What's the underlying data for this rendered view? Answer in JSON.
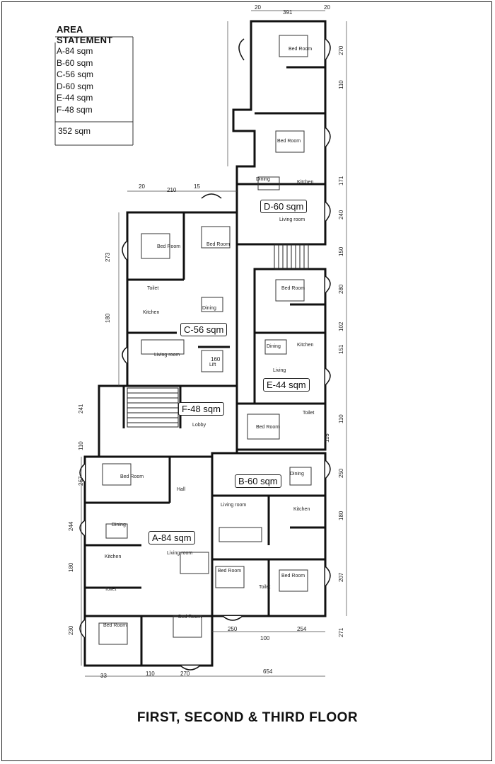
{
  "area_statement": {
    "title": "AREA STATEMENT",
    "items": [
      "A-84 sqm",
      "B-60 sqm",
      "C-56 sqm",
      "D-60 sqm",
      "E-44 sqm",
      "F-48 sqm"
    ],
    "total": "352 sqm"
  },
  "units": {
    "a": "A-84 sqm",
    "b": "B-60 sqm",
    "c": "C-56 sqm",
    "d": "D-60 sqm",
    "e": "E-44 sqm",
    "f": "F-48 sqm"
  },
  "rooms": {
    "d_bed_top": "Bed Room",
    "d_bed_2": "Bed Room",
    "d_dining": "Dining",
    "d_kitchen": "Kitchen",
    "d_living": "Living room",
    "c_bed_1": "Bed Room",
    "c_bed_2": "Bed Room",
    "c_kitchen": "Kitchen",
    "c_dining": "Dining",
    "c_living": "Living room",
    "c_toilet": "Toilet",
    "c_lift": "Lift",
    "e_bed": "Bed Room",
    "e_dining": "Dining",
    "e_kitchen": "Kitchen",
    "e_living": "Living",
    "e_bed_2": "Bed Room",
    "e_toilet": "Toilet",
    "f_lobby": "Lobby",
    "a_bed_1": "Bed Room",
    "a_hall": "Hall",
    "a_dining": "Dining",
    "a_kitchen": "Kitchen",
    "a_living": "Living room",
    "a_toilet": "Toilet",
    "a_bed_2": "Bed Room",
    "a_bed_3": "Bed Room",
    "b_dining": "Dining",
    "b_living": "Living room",
    "b_kitchen": "Kitchen",
    "b_bed_1": "Bed Room",
    "b_bed_2": "Bed Room",
    "b_toilet": "Toilet"
  },
  "dimensions": {
    "top_20a": "20",
    "top_391": "391",
    "top_20b": "20",
    "left_210": "210",
    "left_15": "15",
    "left_20": "20",
    "bottom_33": "33",
    "bottom_110": "110",
    "bottom_270": "270",
    "bottom_654": "654",
    "bottom_250": "250",
    "bottom_100": "100",
    "bottom_254": "254",
    "r_270": "270",
    "r_110": "110",
    "r_171": "171",
    "r_240": "240",
    "r_150": "150",
    "r_280": "280",
    "r_102": "102",
    "r_151": "151",
    "r_110b": "110",
    "r_115": "115",
    "r_250": "250",
    "r_180": "180",
    "r_207": "207",
    "r_271": "271",
    "l_273": "273",
    "l_180": "180",
    "l_241": "241",
    "l_110": "110",
    "l_267": "267",
    "l_244": "244",
    "l_180b": "180",
    "l_230": "230",
    "lift_160": "160"
  },
  "floor_title": "FIRST, SECOND & THIRD FLOOR"
}
